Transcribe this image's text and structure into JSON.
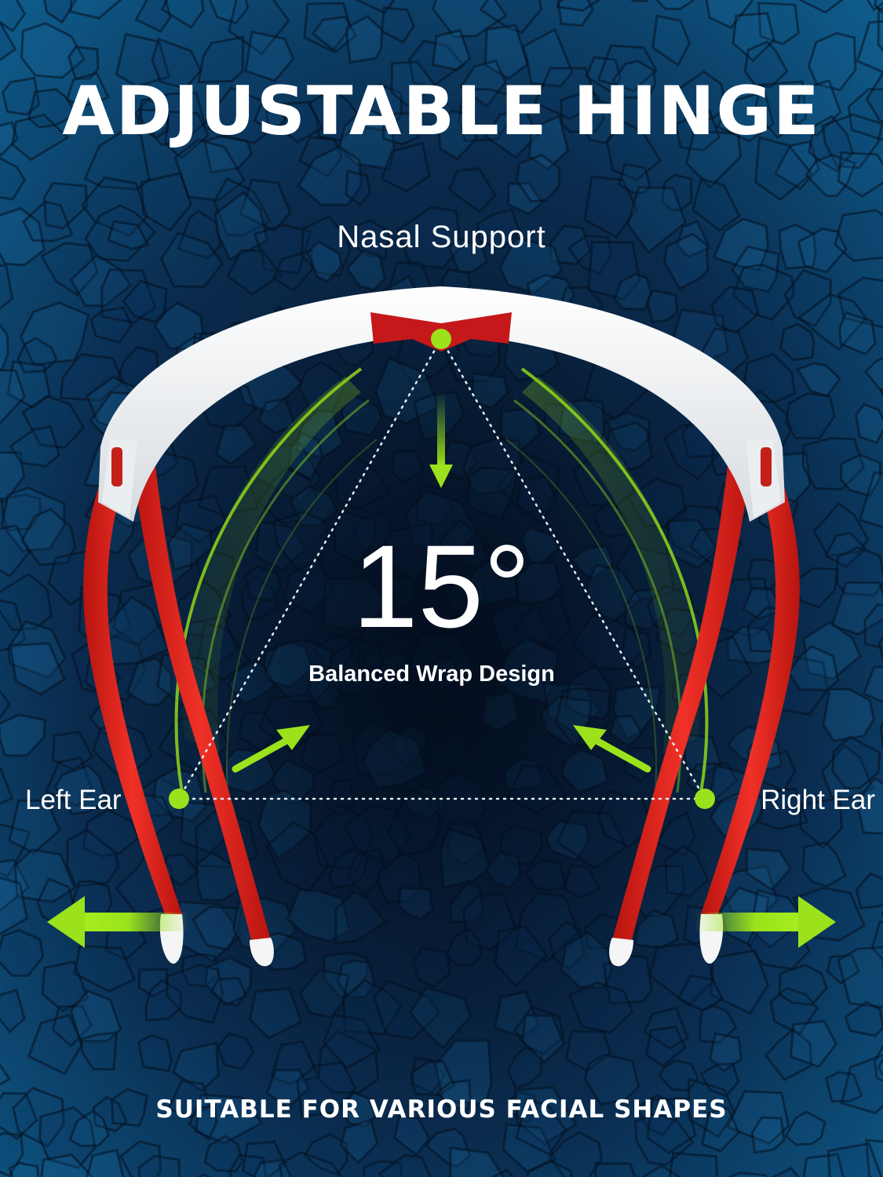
{
  "headline": "ADJUSTABLE HINGE",
  "labels": {
    "nasal_support": "Nasal Support",
    "angle": "15°",
    "design": "Balanced Wrap Design",
    "left_ear": "Left Ear",
    "right_ear": "Right Ear"
  },
  "footer": "SUITABLE FOR VARIOUS FACIAL SHAPES",
  "colors": {
    "background_dark": "#061326",
    "background_accent": "#0d5c8c",
    "frame": "#f4f4f4",
    "temple": "#e3231e",
    "accent_green": "#9be21c",
    "text": "#ffffff"
  },
  "icons": {
    "arrows": [
      "arrow-down-icon",
      "arrow-up-right-icon",
      "arrow-up-left-icon",
      "arrow-left-icon",
      "arrow-right-icon"
    ]
  }
}
